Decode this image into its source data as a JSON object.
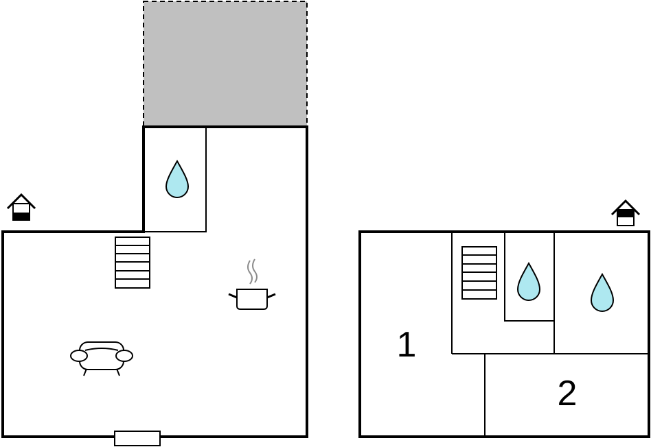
{
  "floors": [
    {
      "id": "ground-floor",
      "rooms": [
        {
          "type": "terrace",
          "fill": "#c0c0c0"
        },
        {
          "type": "bathroom",
          "icon": "water-drop-icon"
        },
        {
          "type": "living-kitchen",
          "icons": [
            "stairs-icon",
            "cooking-pot-icon",
            "sofa-icon"
          ]
        }
      ],
      "features": [
        "entrance-icon",
        "door"
      ]
    },
    {
      "id": "upper-floor",
      "rooms": [
        {
          "type": "bedroom",
          "label": "1"
        },
        {
          "type": "bedroom",
          "label": "2"
        },
        {
          "type": "bathroom",
          "icon": "water-drop-icon"
        },
        {
          "type": "bathroom",
          "icon": "water-drop-icon"
        }
      ],
      "features": [
        "entrance-icon",
        "stairs-icon"
      ]
    }
  ],
  "colors": {
    "terrace": "#c0c0c0",
    "water": "#aee8f0",
    "wall": "#000000",
    "background": "#ffffff"
  }
}
